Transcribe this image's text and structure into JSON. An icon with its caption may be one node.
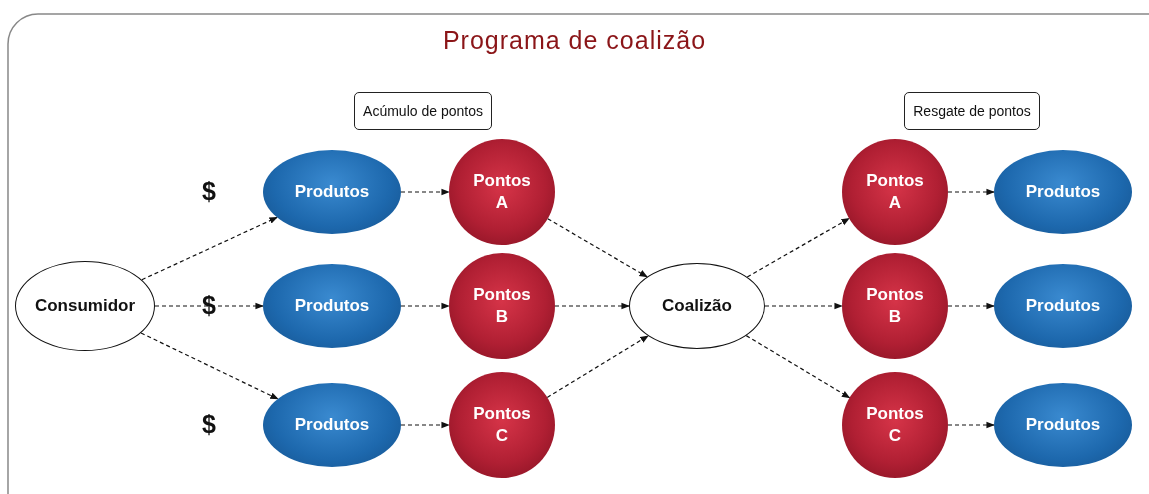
{
  "diagram": {
    "title": "Programa de coalizão",
    "nodes": [
      {
        "text": [
          "Acúmulo de pontos"
        ]
      },
      {
        "text": [
          "Resgate de pontos"
        ]
      },
      {
        "text": [
          "Consumidor"
        ]
      },
      {
        "text": [
          "Produtos"
        ]
      },
      {
        "text": [
          "Produtos"
        ]
      },
      {
        "text": [
          "Produtos"
        ]
      },
      {
        "text": [
          "Pontos A"
        ]
      },
      {
        "text": [
          "Pontos B"
        ]
      },
      {
        "text": [
          "Pontos C"
        ]
      },
      {
        "text": [
          "Coalizão"
        ]
      },
      {
        "text": [
          "Pontos A"
        ]
      },
      {
        "text": [
          "Pontos B"
        ]
      },
      {
        "text": [
          "Pontos C"
        ]
      },
      {
        "text": [
          "Produtos"
        ]
      },
      {
        "text": [
          "Produtos"
        ]
      },
      {
        "text": [
          "Produtos"
        ]
      }
    ],
    "edges": [
      {
        "from": 2,
        "to": 3,
        "arrow": "to",
        "style": "dashed"
      },
      {
        "from": 2,
        "to": 4,
        "arrow": "to",
        "style": "dashed"
      },
      {
        "from": 2,
        "to": 5,
        "arrow": "to",
        "style": "dashed"
      },
      {
        "from": 3,
        "to": 6,
        "arrow": "to",
        "style": "dashed"
      },
      {
        "from": 4,
        "to": 7,
        "arrow": "to",
        "style": "dashed"
      },
      {
        "from": 5,
        "to": 8,
        "arrow": "to",
        "style": "dashed"
      },
      {
        "from": 6,
        "to": 9,
        "arrow": "to",
        "style": "dashed"
      },
      {
        "from": 7,
        "to": 9,
        "arrow": "to",
        "style": "dashed"
      },
      {
        "from": 8,
        "to": 9,
        "arrow": "to",
        "style": "dashed"
      },
      {
        "from": 9,
        "to": 10,
        "arrow": "to",
        "style": "dashed"
      },
      {
        "from": 9,
        "to": 11,
        "arrow": "to",
        "style": "dashed"
      },
      {
        "from": 9,
        "to": 12,
        "arrow": "to",
        "style": "dashed"
      },
      {
        "from": 10,
        "to": 13,
        "arrow": "to",
        "style": "dashed"
      },
      {
        "from": 11,
        "to": 14,
        "arrow": "to",
        "style": "dashed"
      },
      {
        "from": 12,
        "to": 15,
        "arrow": "to",
        "style": "dashed"
      }
    ],
    "labels": [
      "$",
      "$",
      "$"
    ]
  }
}
